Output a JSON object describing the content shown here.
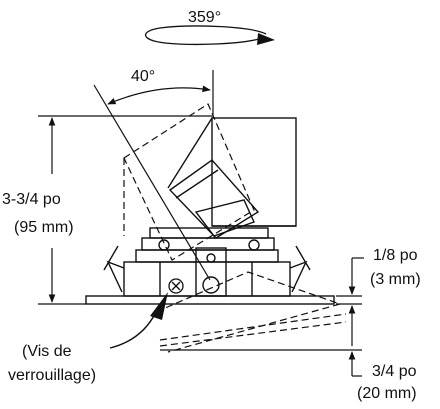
{
  "labels": {
    "rotation": "359°",
    "tilt": "40°",
    "height_po": "3-3/4 po",
    "height_mm": "(95 mm)",
    "flange_po": "1/8 po",
    "flange_mm": "(3 mm)",
    "depth_po": "3/4 po",
    "depth_mm": "(20 mm)",
    "screw_line1": "(Vis de",
    "screw_line2": "verrouillage)"
  }
}
